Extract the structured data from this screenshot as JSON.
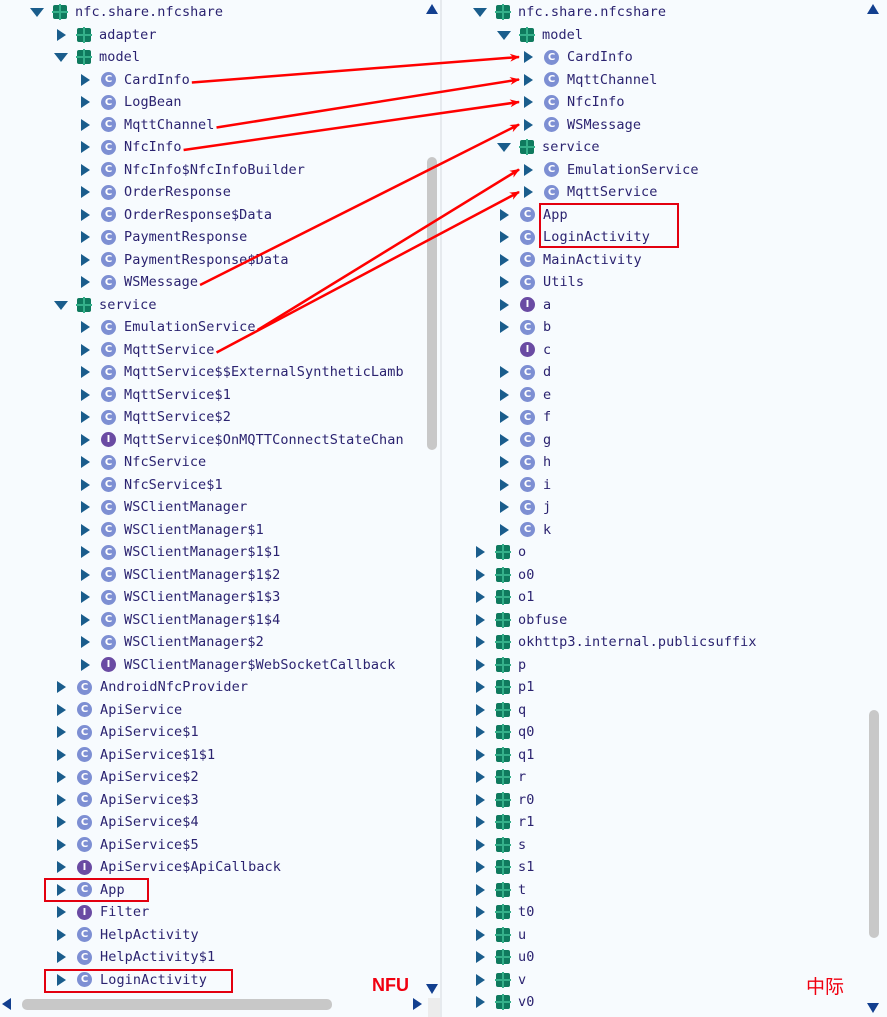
{
  "colors": {
    "accent_red": "#ff0000",
    "tree_text": "#2b2370",
    "package_icon": "#0f7a5e",
    "class_icon": "#7d8fd3",
    "interface_icon": "#6a4ba3"
  },
  "left_tree": {
    "tag": "NFU",
    "items": [
      {
        "label": "nfc.share.nfcshare",
        "kind": "pkg",
        "level": 0,
        "state": "open"
      },
      {
        "label": "adapter",
        "kind": "pkg",
        "level": 1,
        "state": "closed"
      },
      {
        "label": "model",
        "kind": "pkg",
        "level": 1,
        "state": "open"
      },
      {
        "label": "CardInfo",
        "kind": "c",
        "level": 2,
        "state": "closed"
      },
      {
        "label": "LogBean",
        "kind": "c",
        "level": 2,
        "state": "closed"
      },
      {
        "label": "MqttChannel",
        "kind": "c",
        "level": 2,
        "state": "closed"
      },
      {
        "label": "NfcInfo",
        "kind": "c",
        "level": 2,
        "state": "closed"
      },
      {
        "label": "NfcInfo$NfcInfoBuilder",
        "kind": "c",
        "level": 2,
        "state": "closed"
      },
      {
        "label": "OrderResponse",
        "kind": "c",
        "level": 2,
        "state": "closed"
      },
      {
        "label": "OrderResponse$Data",
        "kind": "c",
        "level": 2,
        "state": "closed"
      },
      {
        "label": "PaymentResponse",
        "kind": "c",
        "level": 2,
        "state": "closed"
      },
      {
        "label": "PaymentResponse$Data",
        "kind": "c",
        "level": 2,
        "state": "closed"
      },
      {
        "label": "WSMessage",
        "kind": "c",
        "level": 2,
        "state": "closed"
      },
      {
        "label": "service",
        "kind": "pkg",
        "level": 1,
        "state": "open"
      },
      {
        "label": "EmulationService",
        "kind": "c",
        "level": 2,
        "state": "closed"
      },
      {
        "label": "MqttService",
        "kind": "c",
        "level": 2,
        "state": "closed"
      },
      {
        "label": "MqttService$$ExternalSyntheticLamb",
        "kind": "c",
        "level": 2,
        "state": "closed"
      },
      {
        "label": "MqttService$1",
        "kind": "c",
        "level": 2,
        "state": "closed"
      },
      {
        "label": "MqttService$2",
        "kind": "c",
        "level": 2,
        "state": "closed"
      },
      {
        "label": "MqttService$OnMQTTConnectStateChan",
        "kind": "i",
        "level": 2,
        "state": "closed"
      },
      {
        "label": "NfcService",
        "kind": "c",
        "level": 2,
        "state": "closed"
      },
      {
        "label": "NfcService$1",
        "kind": "c",
        "level": 2,
        "state": "closed"
      },
      {
        "label": "WSClientManager",
        "kind": "c",
        "level": 2,
        "state": "closed"
      },
      {
        "label": "WSClientManager$1",
        "kind": "c",
        "level": 2,
        "state": "closed"
      },
      {
        "label": "WSClientManager$1$1",
        "kind": "c",
        "level": 2,
        "state": "closed"
      },
      {
        "label": "WSClientManager$1$2",
        "kind": "c",
        "level": 2,
        "state": "closed"
      },
      {
        "label": "WSClientManager$1$3",
        "kind": "c",
        "level": 2,
        "state": "closed"
      },
      {
        "label": "WSClientManager$1$4",
        "kind": "c",
        "level": 2,
        "state": "closed"
      },
      {
        "label": "WSClientManager$2",
        "kind": "c",
        "level": 2,
        "state": "closed"
      },
      {
        "label": "WSClientManager$WebSocketCallback",
        "kind": "i",
        "level": 2,
        "state": "closed"
      },
      {
        "label": "AndroidNfcProvider",
        "kind": "c",
        "level": 1,
        "state": "closed"
      },
      {
        "label": "ApiService",
        "kind": "c",
        "level": 1,
        "state": "closed"
      },
      {
        "label": "ApiService$1",
        "kind": "c",
        "level": 1,
        "state": "closed"
      },
      {
        "label": "ApiService$1$1",
        "kind": "c",
        "level": 1,
        "state": "closed"
      },
      {
        "label": "ApiService$2",
        "kind": "c",
        "level": 1,
        "state": "closed"
      },
      {
        "label": "ApiService$3",
        "kind": "c",
        "level": 1,
        "state": "closed"
      },
      {
        "label": "ApiService$4",
        "kind": "c",
        "level": 1,
        "state": "closed"
      },
      {
        "label": "ApiService$5",
        "kind": "c",
        "level": 1,
        "state": "closed"
      },
      {
        "label": "ApiService$ApiCallback",
        "kind": "i",
        "level": 1,
        "state": "closed"
      },
      {
        "label": "App",
        "kind": "c",
        "level": 1,
        "state": "closed"
      },
      {
        "label": "Filter",
        "kind": "i",
        "level": 1,
        "state": "closed"
      },
      {
        "label": "HelpActivity",
        "kind": "c",
        "level": 1,
        "state": "closed"
      },
      {
        "label": "HelpActivity$1",
        "kind": "c",
        "level": 1,
        "state": "closed"
      },
      {
        "label": "LoginActivity",
        "kind": "c",
        "level": 1,
        "state": "closed"
      }
    ]
  },
  "right_tree": {
    "tag": "中际",
    "items": [
      {
        "label": "nfc.share.nfcshare",
        "kind": "pkg",
        "level": 0,
        "state": "open"
      },
      {
        "label": "model",
        "kind": "pkg",
        "level": 1,
        "state": "open"
      },
      {
        "label": "CardInfo",
        "kind": "c",
        "level": 2,
        "state": "closed"
      },
      {
        "label": "MqttChannel",
        "kind": "c",
        "level": 2,
        "state": "closed"
      },
      {
        "label": "NfcInfo",
        "kind": "c",
        "level": 2,
        "state": "closed"
      },
      {
        "label": "WSMessage",
        "kind": "c",
        "level": 2,
        "state": "closed"
      },
      {
        "label": "service",
        "kind": "pkg",
        "level": 1,
        "state": "open"
      },
      {
        "label": "EmulationService",
        "kind": "c",
        "level": 2,
        "state": "closed"
      },
      {
        "label": "MqttService",
        "kind": "c",
        "level": 2,
        "state": "closed"
      },
      {
        "label": "App",
        "kind": "c",
        "level": 1,
        "state": "closed"
      },
      {
        "label": "LoginActivity",
        "kind": "c",
        "level": 1,
        "state": "closed"
      },
      {
        "label": "MainActivity",
        "kind": "c",
        "level": 1,
        "state": "closed"
      },
      {
        "label": "Utils",
        "kind": "c",
        "level": 1,
        "state": "closed"
      },
      {
        "label": "a",
        "kind": "i",
        "level": 1,
        "state": "closed"
      },
      {
        "label": "b",
        "kind": "c",
        "level": 1,
        "state": "closed"
      },
      {
        "label": "c",
        "kind": "i",
        "level": 1,
        "state": "none"
      },
      {
        "label": "d",
        "kind": "c",
        "level": 1,
        "state": "closed"
      },
      {
        "label": "e",
        "kind": "c",
        "level": 1,
        "state": "closed"
      },
      {
        "label": "f",
        "kind": "c",
        "level": 1,
        "state": "closed"
      },
      {
        "label": "g",
        "kind": "c",
        "level": 1,
        "state": "closed"
      },
      {
        "label": "h",
        "kind": "c",
        "level": 1,
        "state": "closed"
      },
      {
        "label": "i",
        "kind": "c",
        "level": 1,
        "state": "closed"
      },
      {
        "label": "j",
        "kind": "c",
        "level": 1,
        "state": "closed"
      },
      {
        "label": "k",
        "kind": "c",
        "level": 1,
        "state": "closed"
      },
      {
        "label": "o",
        "kind": "pkg",
        "level": 0,
        "state": "closed"
      },
      {
        "label": "o0",
        "kind": "pkg",
        "level": 0,
        "state": "closed"
      },
      {
        "label": "o1",
        "kind": "pkg",
        "level": 0,
        "state": "closed"
      },
      {
        "label": "obfuse",
        "kind": "pkg",
        "level": 0,
        "state": "closed"
      },
      {
        "label": "okhttp3.internal.publicsuffix",
        "kind": "pkg",
        "level": 0,
        "state": "closed"
      },
      {
        "label": "p",
        "kind": "pkg",
        "level": 0,
        "state": "closed"
      },
      {
        "label": "p1",
        "kind": "pkg",
        "level": 0,
        "state": "closed"
      },
      {
        "label": "q",
        "kind": "pkg",
        "level": 0,
        "state": "closed"
      },
      {
        "label": "q0",
        "kind": "pkg",
        "level": 0,
        "state": "closed"
      },
      {
        "label": "q1",
        "kind": "pkg",
        "level": 0,
        "state": "closed"
      },
      {
        "label": "r",
        "kind": "pkg",
        "level": 0,
        "state": "closed"
      },
      {
        "label": "r0",
        "kind": "pkg",
        "level": 0,
        "state": "closed"
      },
      {
        "label": "r1",
        "kind": "pkg",
        "level": 0,
        "state": "closed"
      },
      {
        "label": "s",
        "kind": "pkg",
        "level": 0,
        "state": "closed"
      },
      {
        "label": "s1",
        "kind": "pkg",
        "level": 0,
        "state": "closed"
      },
      {
        "label": "t",
        "kind": "pkg",
        "level": 0,
        "state": "closed"
      },
      {
        "label": "t0",
        "kind": "pkg",
        "level": 0,
        "state": "closed"
      },
      {
        "label": "u",
        "kind": "pkg",
        "level": 0,
        "state": "closed"
      },
      {
        "label": "u0",
        "kind": "pkg",
        "level": 0,
        "state": "closed"
      },
      {
        "label": "v",
        "kind": "pkg",
        "level": 0,
        "state": "closed"
      },
      {
        "label": "v0",
        "kind": "pkg",
        "level": 0,
        "state": "closed"
      }
    ]
  },
  "mappings": [
    {
      "from": "CardInfo",
      "to": "CardInfo"
    },
    {
      "from": "MqttChannel",
      "to": "MqttChannel"
    },
    {
      "from": "NfcInfo",
      "to": "NfcInfo"
    },
    {
      "from": "WSMessage",
      "to": "WSMessage"
    },
    {
      "from": "EmulationService",
      "to": "EmulationService"
    },
    {
      "from": "MqttService",
      "to": "MqttService"
    }
  ],
  "highlighted": {
    "left": [
      "App",
      "LoginActivity"
    ],
    "right": [
      "App",
      "LoginActivity"
    ]
  }
}
